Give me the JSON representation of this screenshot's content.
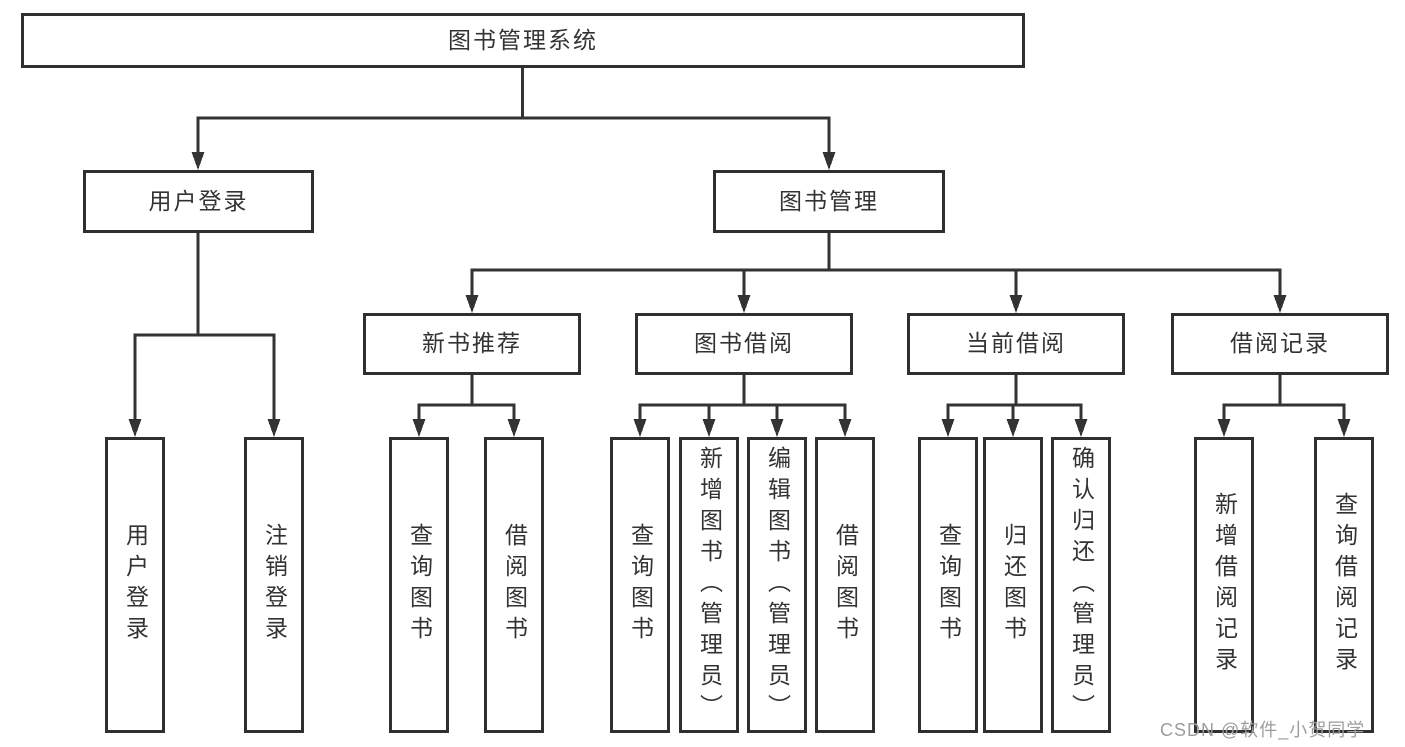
{
  "tree": {
    "label": "图书管理系统",
    "children": [
      {
        "label": "用户登录",
        "children": [
          {
            "label": "用户登录"
          },
          {
            "label": "注销登录"
          }
        ]
      },
      {
        "label": "图书管理",
        "children": [
          {
            "label": "新书推荐",
            "children": [
              {
                "label": "查询图书"
              },
              {
                "label": "借阅图书"
              }
            ]
          },
          {
            "label": "图书借阅",
            "children": [
              {
                "label": "查询图书"
              },
              {
                "label": "新增图书（管理员）"
              },
              {
                "label": "编辑图书（管理员）"
              },
              {
                "label": "借阅图书"
              }
            ]
          },
          {
            "label": "当前借阅",
            "children": [
              {
                "label": "查询图书"
              },
              {
                "label": "归还图书"
              },
              {
                "label": "确认归还（管理员）"
              }
            ]
          },
          {
            "label": "借阅记录",
            "children": [
              {
                "label": "新增借阅记录"
              },
              {
                "label": "查询借阅记录"
              }
            ]
          }
        ]
      }
    ]
  },
  "watermark": "CSDN @软件_小贺同学",
  "colors": {
    "line": "#333333",
    "text": "#333333",
    "watermark": "#9d9d9d",
    "background": "#ffffff"
  }
}
